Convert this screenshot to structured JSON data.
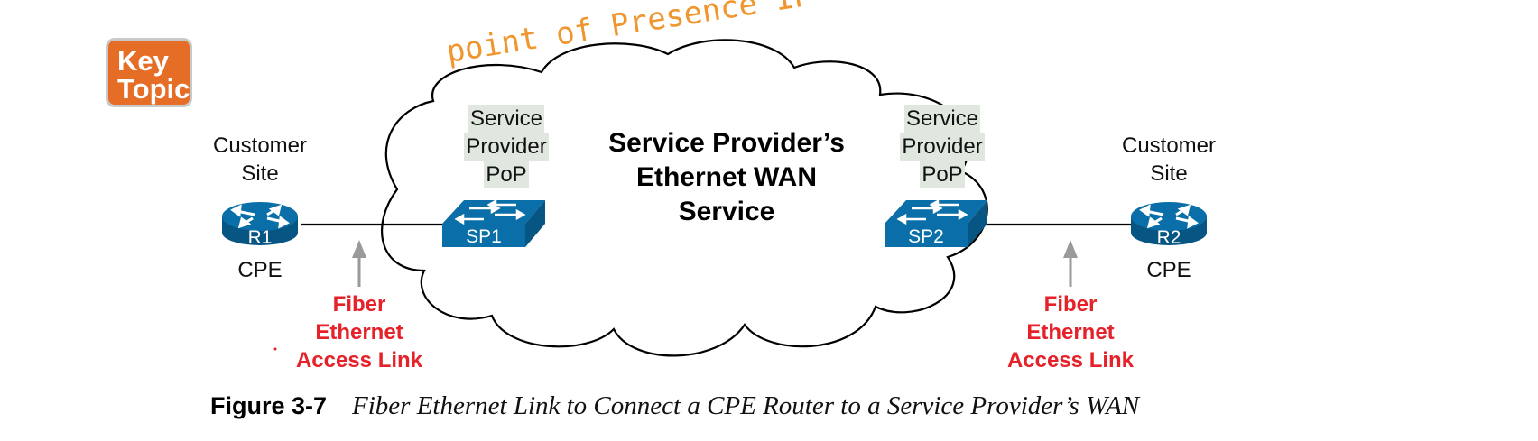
{
  "annotation": {
    "handwritten": "point of Presence IP"
  },
  "key_topic": {
    "line1": "Key",
    "line2": "Topic"
  },
  "cloud": {
    "line1": "Service Provider’s",
    "line2": "Ethernet WAN",
    "line3": "Service"
  },
  "left_site": {
    "line1": "Customer",
    "line2": "Site",
    "router": "R1",
    "role": "CPE"
  },
  "right_site": {
    "line1": "Customer",
    "line2": "Site",
    "router": "R2",
    "role": "CPE"
  },
  "left_pop": {
    "line1": "Service",
    "line2": "Provider",
    "line3": "PoP",
    "switch": "SP1"
  },
  "right_pop": {
    "line1": "Service",
    "line2": "Provider",
    "line3": "PoP",
    "switch": "SP2"
  },
  "left_link": {
    "line1": "Fiber",
    "line2": "Ethernet",
    "line3": "Access Link"
  },
  "right_link": {
    "line1": "Fiber",
    "line2": "Ethernet",
    "line3": "Access Link"
  },
  "caption": {
    "number": "Figure 3-7",
    "text": "Fiber Ethernet Link to Connect a CPE Router to a Service Provider’s WAN"
  },
  "colors": {
    "device_blue": "#0a6fa8",
    "device_blue_dark": "#075583",
    "access_link_red": "#e5212a",
    "annotation_orange": "#f0962e",
    "key_topic_orange": "#e56d26"
  }
}
